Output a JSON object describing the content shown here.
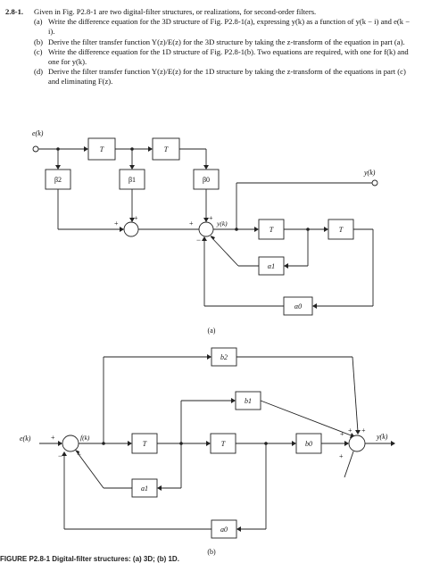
{
  "problem": {
    "number": "2.8-1.",
    "intro": "Given in Fig. P2.8-1 are two digital-filter structures, or realizations, for second-order filters.",
    "parts": [
      {
        "label": "(a)",
        "text": "Write the difference equation for the 3D structure of Fig. P2.8-1(a), expressing y(k) as a function of y(k − i) and e(k − i)."
      },
      {
        "label": "(b)",
        "text": "Derive the filter transfer function Y(z)/E(z) for the 3D structure by taking the z-transform of the equation in part (a)."
      },
      {
        "label": "(c)",
        "text": "Write the difference equation for the 1D structure of Fig. P2.8-1(b). Two equations are required, with one for f(k) and one for y(k)."
      },
      {
        "label": "(d)",
        "text": "Derive the filter transfer function Y(z)/E(z) for the 1D structure by taking the z-transform of the equations in part (c) and eliminating F(z)."
      }
    ]
  },
  "diagram_a": {
    "input": "e(k)",
    "delay": "T",
    "beta2": "β2",
    "beta1": "β1",
    "beta0": "β0",
    "output_node": "y(k)",
    "output": "y(k)",
    "alpha1": "α1",
    "alpha0": "α0",
    "plus": "+",
    "minus": "−",
    "caption": "(a)"
  },
  "diagram_b": {
    "input": "e(k)",
    "f_node": "f(k)",
    "delay": "T",
    "b2": "b2",
    "b1": "b1",
    "b0": "b0",
    "a1": "a1",
    "a0": "a0",
    "output": "y(k)",
    "plus": "+",
    "minus": "−",
    "caption": "(b)"
  },
  "footer": "FIGURE P2.8-1   Digital-filter structures: (a) 3D; (b) 1D."
}
